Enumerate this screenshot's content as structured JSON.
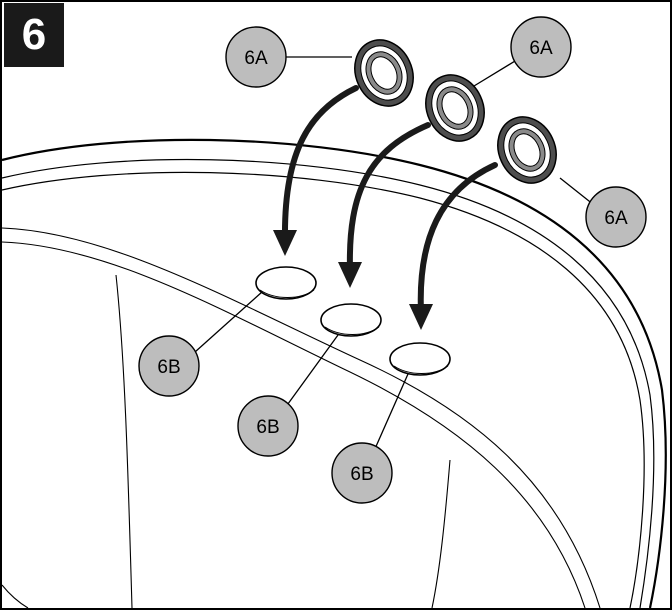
{
  "step": {
    "number": "6"
  },
  "callouts": [
    {
      "id": "gasket-1",
      "label": "6A"
    },
    {
      "id": "gasket-2",
      "label": "6A"
    },
    {
      "id": "gasket-3",
      "label": "6A"
    },
    {
      "id": "hole-1",
      "label": "6B"
    },
    {
      "id": "hole-2",
      "label": "6B"
    },
    {
      "id": "hole-3",
      "label": "6B"
    }
  ],
  "colors": {
    "callout_fill": "#bdbdbd",
    "step_box": "#1a1a1a",
    "arrow": "#1a1a1a",
    "gasket_body": "#4d4d4d"
  }
}
